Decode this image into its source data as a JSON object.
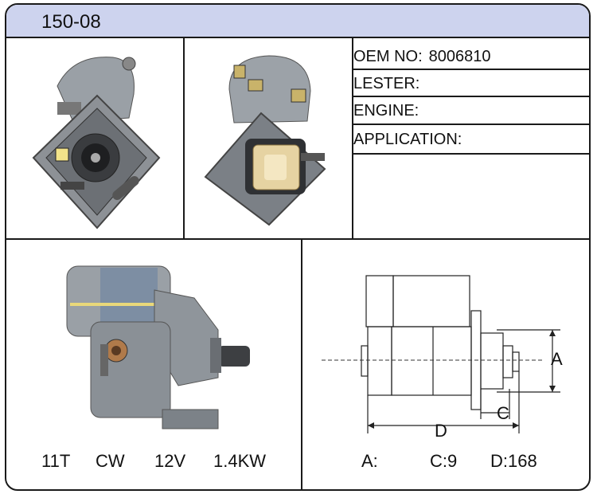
{
  "header": {
    "part_number": "150-08"
  },
  "info": {
    "oem_label": "OEM NO:",
    "oem_value": "8006810",
    "lester_label": "LESTER:",
    "engine_label": "ENGINE:",
    "application_label": "APPLICATION:"
  },
  "specs": {
    "teeth": "11T",
    "rotation": "CW",
    "voltage": "12V",
    "power": "1.4KW"
  },
  "dimensions": {
    "a_label": "A:",
    "c_label": "C:9",
    "d_label": "D:168",
    "diagram_a": "A",
    "diagram_c": "C",
    "diagram_d": "D"
  }
}
